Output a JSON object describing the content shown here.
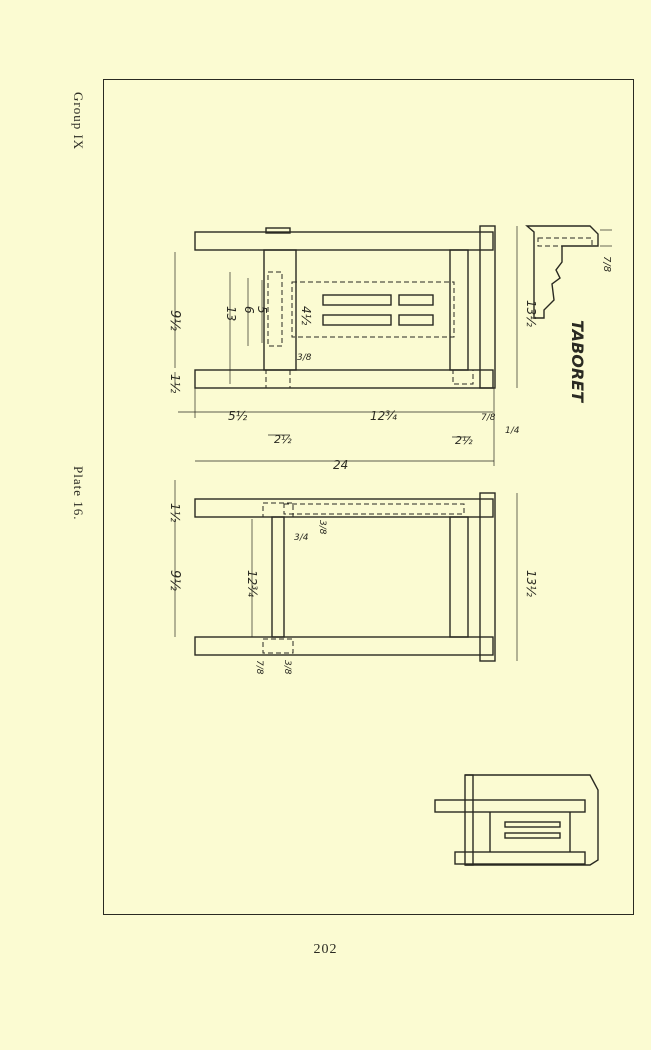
{
  "header": {
    "group": "Group IX",
    "plate": "Plate 16.",
    "page_number": "202"
  },
  "drawing": {
    "title": "TABORET",
    "top_view_dims": {
      "leg_span_front": "9½",
      "leg_top": "1½",
      "rail_13": "13",
      "rail_6": "6",
      "rail_5": "5",
      "slat_4": "4½",
      "thick_3_8": "3/8",
      "side_13": "13½",
      "horiz_5": "5½",
      "horiz_12": "12¾",
      "horiz_2a": "2½",
      "horiz_2b": "2½",
      "horiz_7_8": "7/8",
      "horiz_1_4": "1/4",
      "overall": "24"
    },
    "side_view_dims": {
      "leg_top": "1½",
      "span": "9½",
      "rail_12": "12¾",
      "thick_3_8": "3/8",
      "thick_3_4": "3/4",
      "side_13": "13½",
      "tenon_7_8": "7/8",
      "tenon_3_8": "3/8"
    },
    "detail_dims": {
      "top_7_8": "7/8"
    }
  }
}
